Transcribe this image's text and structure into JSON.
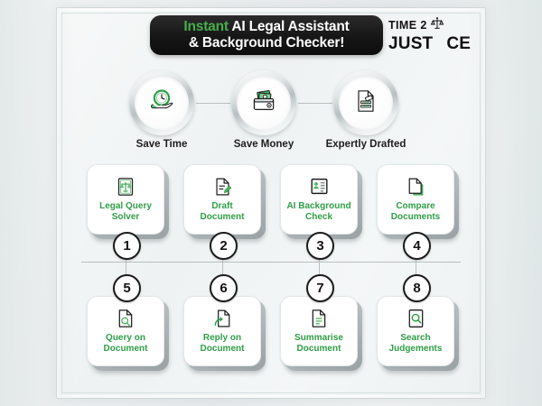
{
  "header": {
    "title_line1_accent": "Instant",
    "title_line1_rest": " AI Legal Assistant",
    "title_line2": "& Background Checker!",
    "logo_line1": "TIME 2",
    "logo_line2_a": "JUST",
    "logo_line2_b": "CE",
    "logo_icon": "scales-of-justice-icon"
  },
  "benefits": [
    {
      "label": "Save Time",
      "icon": "clock-on-hand-icon"
    },
    {
      "label": "Save Money",
      "icon": "wallet-with-cash-icon"
    },
    {
      "label": "Expertly Drafted",
      "icon": "drafted-document-icon"
    }
  ],
  "features": [
    {
      "number": "1",
      "label": "Legal Query\nSolver",
      "label_l1": "Legal Query",
      "label_l2": "Solver",
      "icon": "scales-document-icon"
    },
    {
      "number": "2",
      "label": "Draft Document",
      "label_l1": "Draft",
      "label_l2": "Document",
      "icon": "document-pen-icon"
    },
    {
      "number": "3",
      "label": "AI Background Check",
      "label_l1": "AI Background",
      "label_l2": "Check",
      "icon": "id-card-icon"
    },
    {
      "number": "4",
      "label": "Compare Documents",
      "label_l1": "Compare",
      "label_l2": "Documents",
      "icon": "copy-documents-icon"
    },
    {
      "number": "5",
      "label": "Query on Document",
      "label_l1": "Query on",
      "label_l2": "Document",
      "icon": "document-search-icon"
    },
    {
      "number": "6",
      "label": "Reply on Document",
      "label_l1": "Reply on",
      "label_l2": "Document",
      "icon": "document-reply-icon"
    },
    {
      "number": "7",
      "label": "Summarise Document",
      "label_l1": "Summarise",
      "label_l2": "Document",
      "icon": "document-lines-icon"
    },
    {
      "number": "8",
      "label": "Search Judgements",
      "label_l1": "Search",
      "label_l2": "Judgements",
      "icon": "magnifier-document-icon"
    }
  ],
  "colors": {
    "accent_green": "#2f9e46",
    "title_bg": "#121212",
    "title_text": "#ffffff",
    "background": "#eef1f0",
    "connector": "#b9bfc0",
    "badge_border": "#1c1c1c"
  }
}
